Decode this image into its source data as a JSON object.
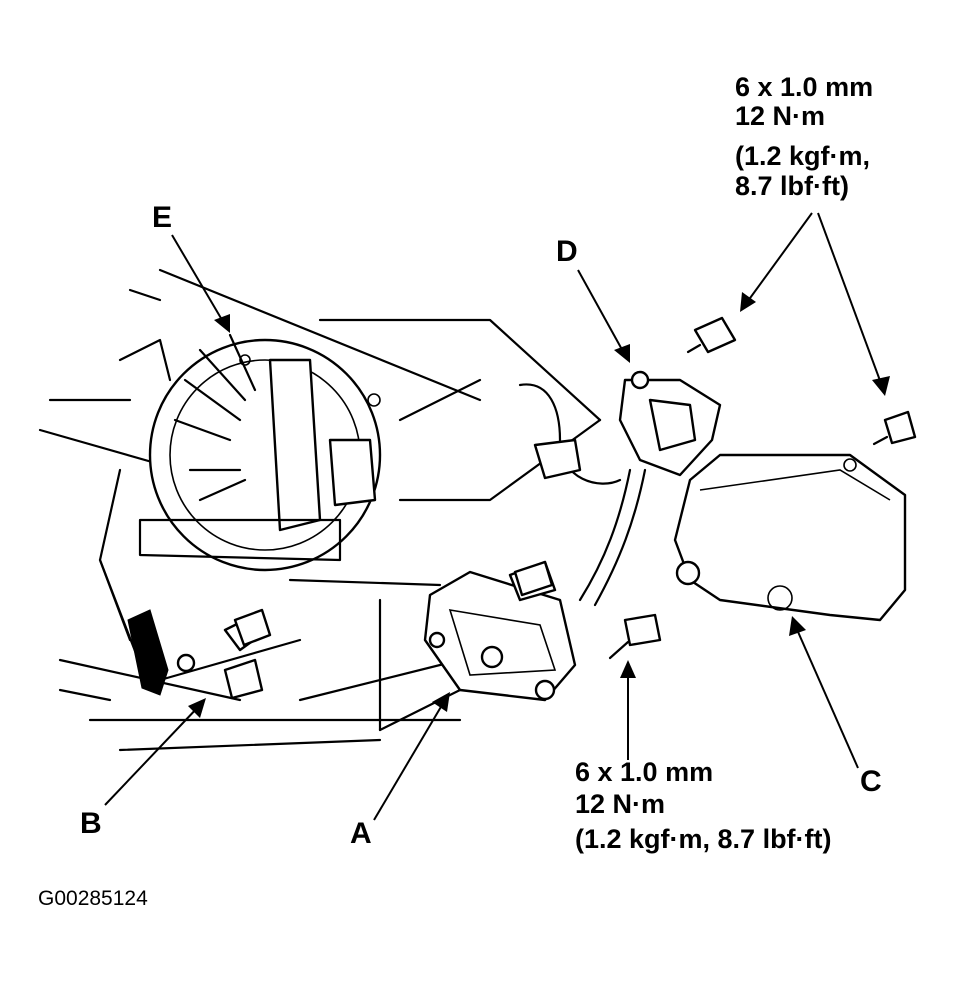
{
  "labels": {
    "a": "A",
    "b": "B",
    "c": "C",
    "d": "D",
    "e": "E"
  },
  "callout_top": {
    "line1": "6 x 1.0 mm",
    "line2": "12 N·m",
    "line3": "(1.2 kgf·m,",
    "line4": "8.7 lbf·ft)"
  },
  "callout_bottom": {
    "line1": "6 x 1.0 mm",
    "line2": "12 N·m",
    "line3": "(1.2 kgf·m, 8.7 lbf·ft)"
  },
  "figure_id": "G00285124"
}
